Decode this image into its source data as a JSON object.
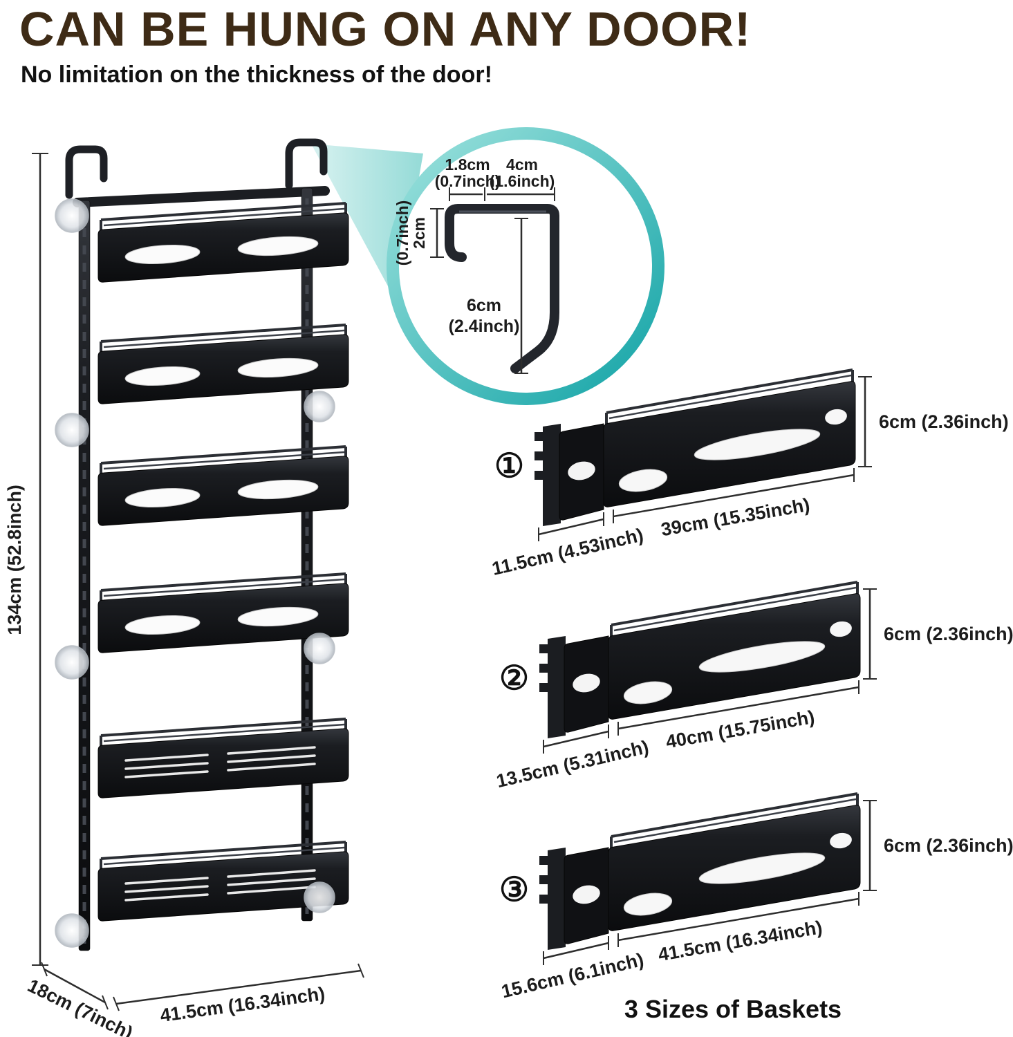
{
  "header": {
    "title": "CAN BE HUNG ON ANY DOOR!",
    "subtitle": "No limitation on the thickness of the door!"
  },
  "rack_dims": {
    "height": "134cm (52.8inch)",
    "depth": "18cm (7inch)",
    "width": "41.5cm (16.34inch)"
  },
  "hook_dims": {
    "lip_width_value": "1.8cm",
    "lip_width_unit": "(0.7inch)",
    "top_width_value": "4cm",
    "top_width_unit": "(1.6inch)",
    "lip_drop_value": "2cm",
    "lip_drop_unit": "(0.7inch)",
    "arm_value": "6cm",
    "arm_unit": "(2.4inch)"
  },
  "baskets": [
    {
      "num": "①",
      "height": "6cm (2.36inch)",
      "depth": "11.5cm (4.53inch)",
      "width": "39cm (15.35inch)"
    },
    {
      "num": "②",
      "height": "6cm (2.36inch)",
      "depth": "13.5cm (5.31inch)",
      "width": "40cm (15.75inch)"
    },
    {
      "num": "③",
      "height": "6cm (2.36inch)",
      "depth": "15.6cm (6.1inch)",
      "width": "41.5cm (16.34inch)"
    }
  ],
  "footer": {
    "label": "3 Sizes of Baskets"
  },
  "colors": {
    "title_brown": "#3e2b16",
    "teal_ring": "#2fb3b2",
    "basket_black": "#141518",
    "dimension_text": "#1c1c1c",
    "background": "#ffffff"
  }
}
